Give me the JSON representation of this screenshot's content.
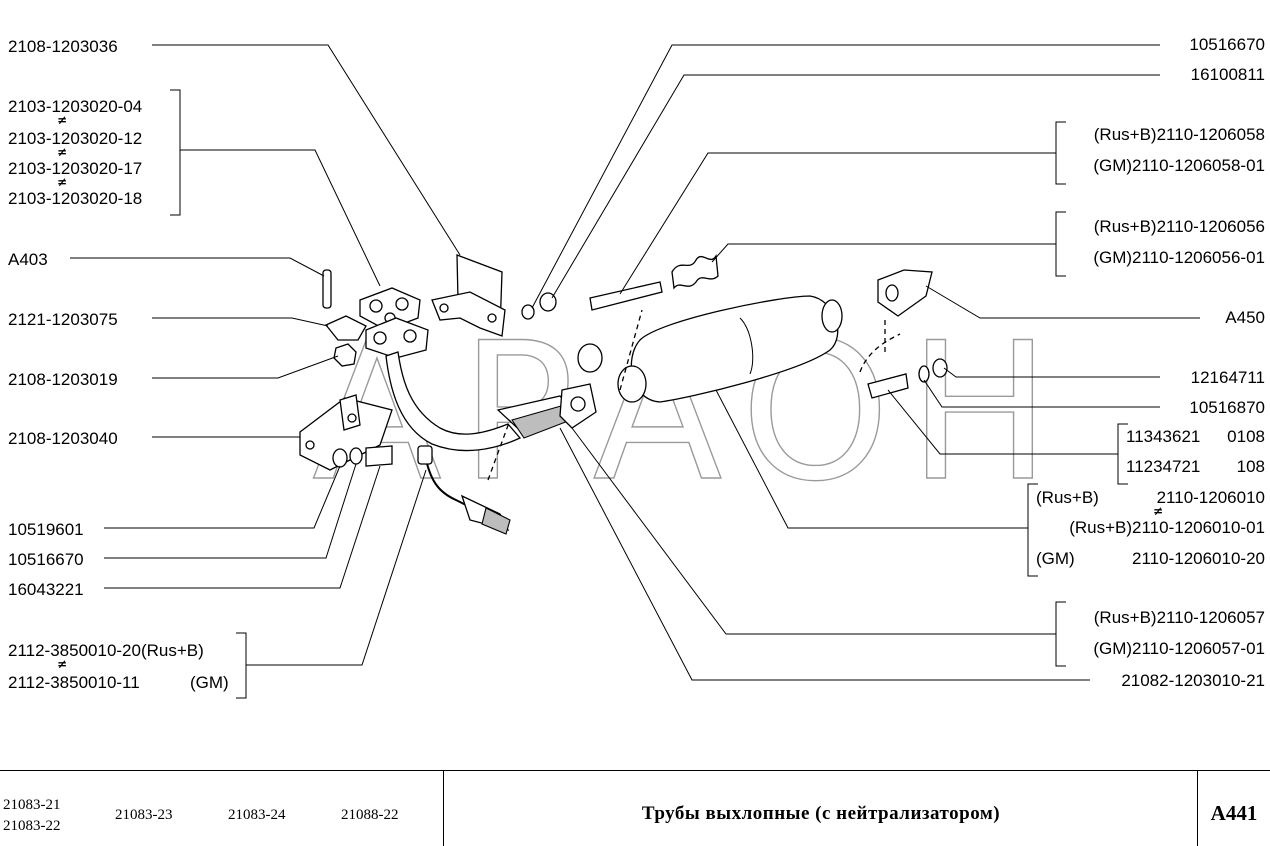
{
  "watermark": "АРАОН",
  "labels": {
    "l1": "2108-1203036",
    "l2a": "2103-1203020-04",
    "l2b": "2103-1203020-12",
    "l2c": "2103-1203020-17",
    "l2d": "2103-1203020-18",
    "l3": "A403",
    "l4": "2121-1203075",
    "l5": "2108-1203019",
    "l6": "2108-1203040",
    "l7": "10519601",
    "l8": "10516670",
    "l9": "16043221",
    "l10a": "2112-3850010-20(Rus+B)",
    "l10b": "2112-3850010-11",
    "l10c": "(GM)",
    "r1": "10516670",
    "r2": "16100811",
    "r3a": "(Rus+B)2110-1206058",
    "r3b": "(GM)2110-1206058-01",
    "r4a": "(Rus+B)2110-1206056",
    "r4b": "(GM)2110-1206056-01",
    "r5": "A450",
    "r6": "12164711",
    "r7": "10516870",
    "r8a": "11343621",
    "r8b": "0108",
    "r8c": "11234721",
    "r8d": "108",
    "r9a": "(Rus+B)",
    "r9b": "2110-1206010",
    "r9c": "(Rus+B)2110-1206010-01",
    "r9d": "(GM)",
    "r9e": "2110-1206010-20",
    "r10a": "(Rus+B)2110-1206057",
    "r10b": "(GM)2110-1206057-01",
    "r11": "21082-1203010-21",
    "neq_symbol": "≠"
  },
  "footer": {
    "models": [
      "21083-21",
      "21083-22",
      "21083-23",
      "21083-24",
      "21088-22"
    ],
    "title": "Трубы выхлопные (с нейтрализатором)",
    "code": "A441"
  }
}
